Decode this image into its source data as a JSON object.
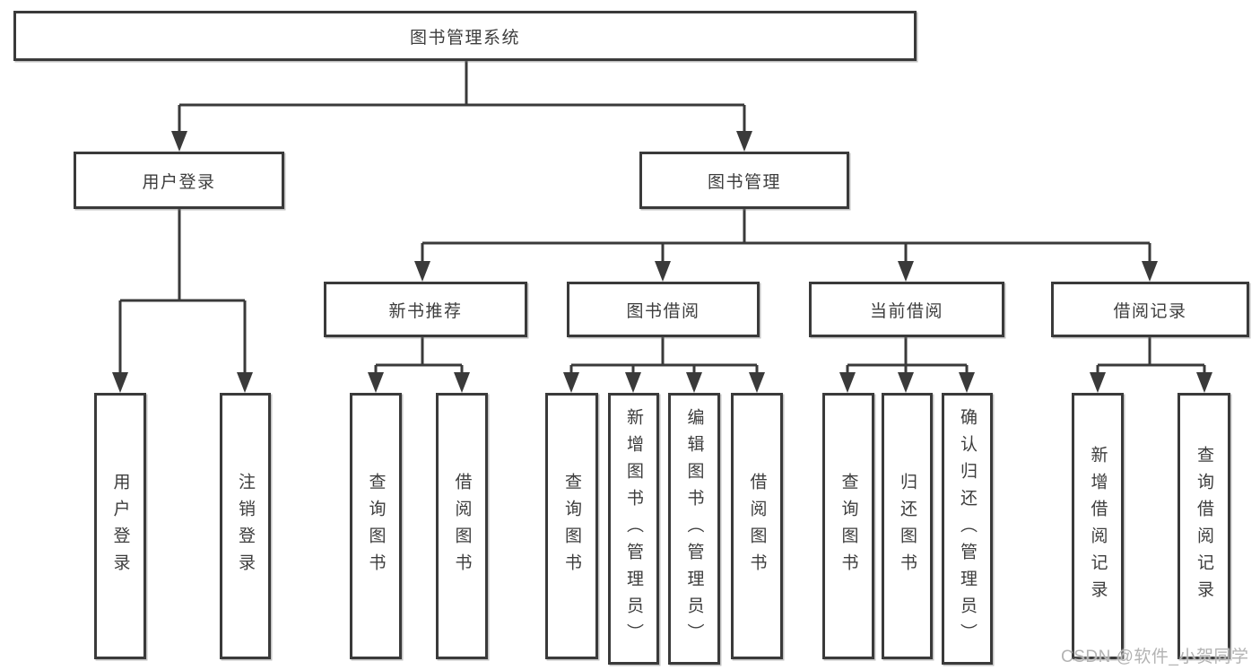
{
  "diagram": {
    "root": {
      "label": "图书管理系统"
    },
    "level2": {
      "user_login": {
        "label": "用户登录"
      },
      "book_mgmt": {
        "label": "图书管理"
      }
    },
    "level3": {
      "new_book_rec": {
        "label": "新书推荐"
      },
      "book_borrow": {
        "label": "图书借阅"
      },
      "current_borrow": {
        "label": "当前借阅"
      },
      "borrow_records": {
        "label": "借阅记录"
      }
    },
    "leaves": {
      "user_login": [
        {
          "label": "用户登录"
        },
        {
          "label": "注销登录"
        }
      ],
      "new_book_rec": [
        {
          "label": "查询图书"
        },
        {
          "label": "借阅图书"
        }
      ],
      "book_borrow": [
        {
          "label": "查询图书"
        },
        {
          "label": "新增图书（管理员）"
        },
        {
          "label": "编辑图书（管理员）"
        },
        {
          "label": "借阅图书"
        }
      ],
      "current_borrow": [
        {
          "label": "查询图书"
        },
        {
          "label": "归还图书"
        },
        {
          "label": "确认归还（管理员）"
        }
      ],
      "borrow_records": [
        {
          "label": "新增借阅记录"
        },
        {
          "label": "查询借阅记录"
        }
      ]
    }
  },
  "watermark": {
    "text": "CSDN @软件_小贺同学"
  },
  "colors": {
    "line": "#3a3a3a",
    "text": "#3d3d3d",
    "background": "#ffffff",
    "watermark": "#b3b3b3"
  }
}
